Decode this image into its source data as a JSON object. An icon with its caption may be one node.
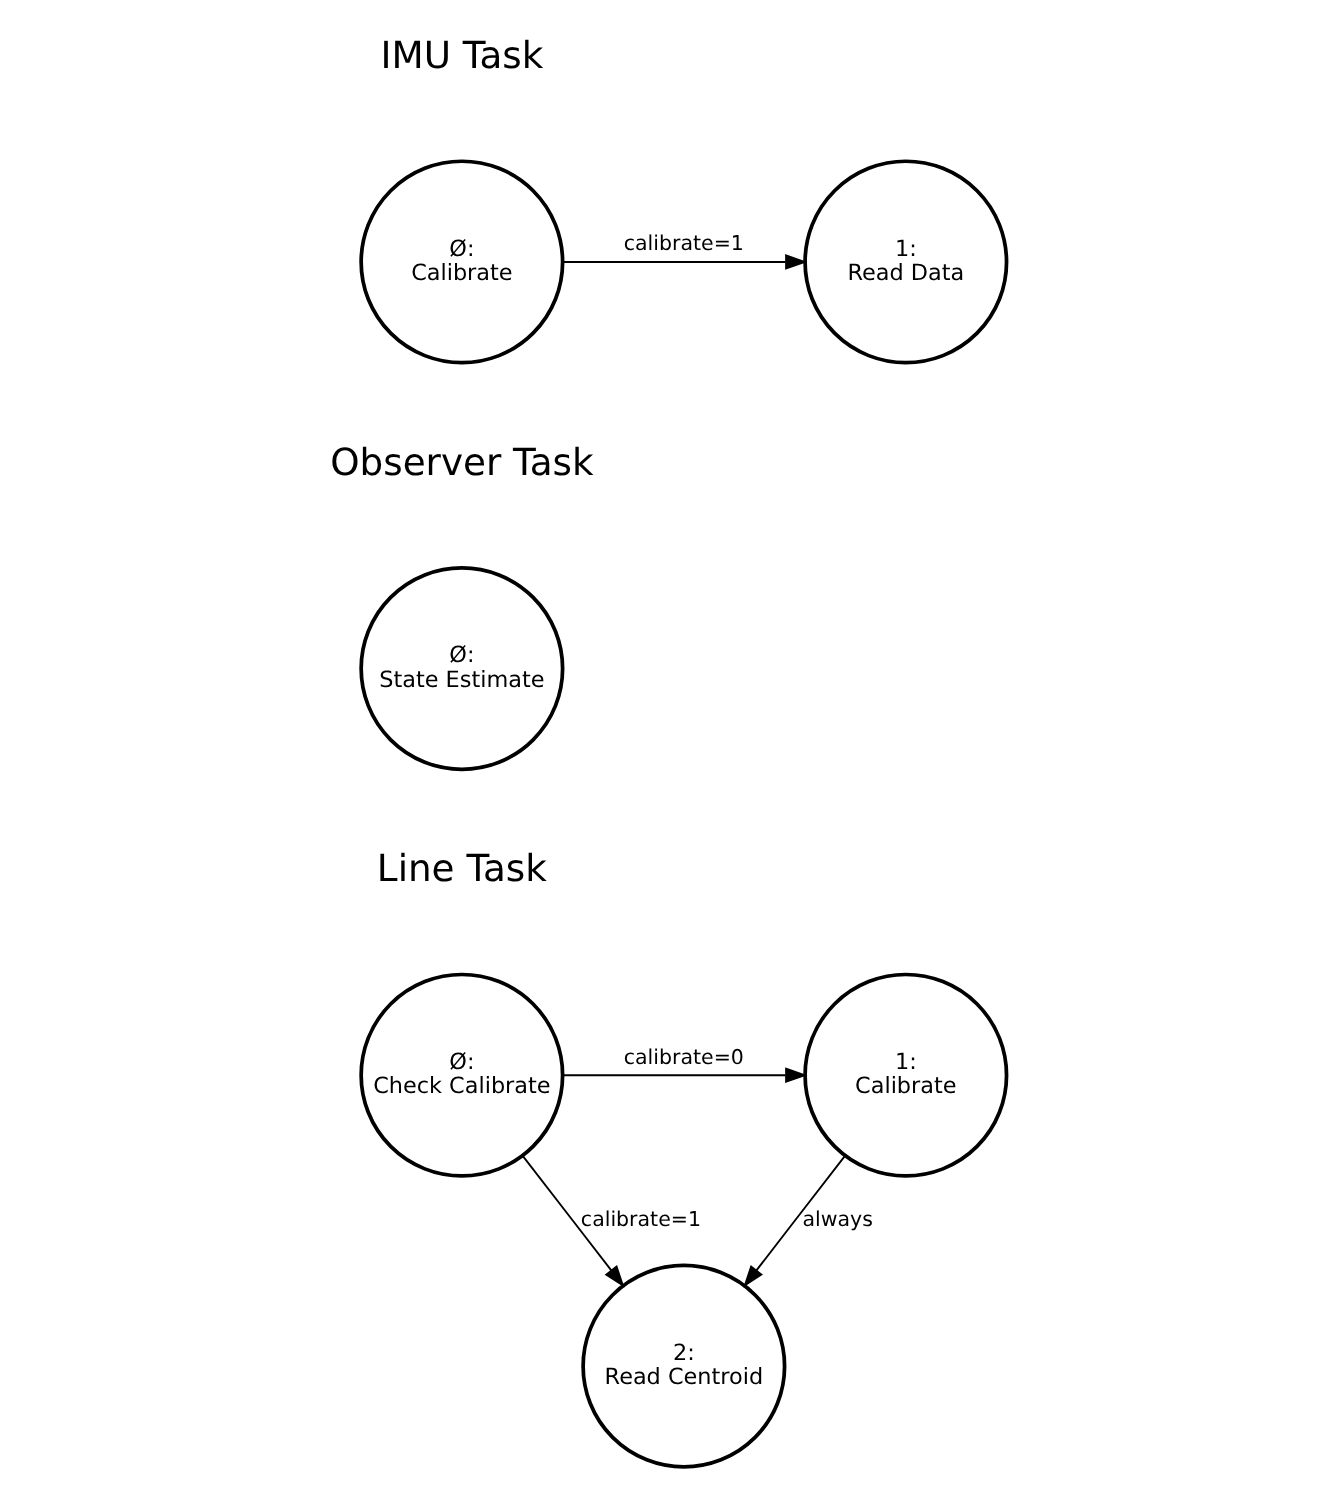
{
  "diagram": {
    "nodes": [
      {
        "text": [
          "Ø:",
          "Calibrate"
        ]
      },
      {
        "text": [
          "1:",
          "Read Data"
        ]
      },
      {
        "text": [
          "Ø:",
          "State Estimate"
        ]
      },
      {
        "text": [
          "Ø:",
          "Check Calibrate"
        ]
      },
      {
        "text": [
          "1:",
          "Calibrate"
        ]
      },
      {
        "text": [
          "2:",
          "Read Centroid"
        ]
      }
    ],
    "edges": [
      {
        "from": 0,
        "to": 1,
        "arrow": "to",
        "label": "calibrate=1"
      },
      {
        "from": 3,
        "to": 4,
        "arrow": "to",
        "label": "calibrate=0"
      },
      {
        "from": 3,
        "to": 5,
        "arrow": "to",
        "label": "calibrate=1"
      },
      {
        "from": 4,
        "to": 5,
        "arrow": "to",
        "label": "always"
      }
    ],
    "labels": [
      "IMU Task",
      "Observer Task",
      "Line Task"
    ]
  }
}
